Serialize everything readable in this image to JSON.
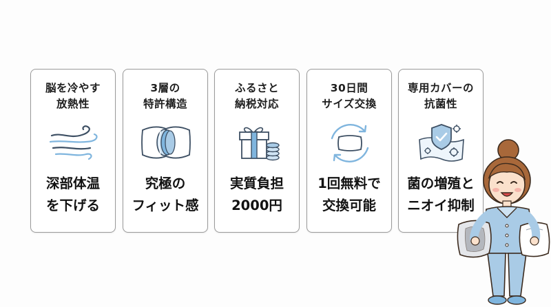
{
  "cards": [
    {
      "title": [
        "脳を冷やす",
        "放熱性"
      ],
      "body": [
        "深部体温",
        "を下げる"
      ],
      "icon": "wind-icon"
    },
    {
      "title": [
        "3層の",
        "特許構造"
      ],
      "body": [
        "究極の",
        "フィット感"
      ],
      "icon": "layered-pillow-icon"
    },
    {
      "title": [
        "ふるさと",
        "納税対応"
      ],
      "body": [
        "実質負担",
        "2000円"
      ],
      "icon": "gift-coins-icon"
    },
    {
      "title": [
        "30日間",
        "サイズ交換"
      ],
      "body": [
        "1回無料で",
        "交換可能"
      ],
      "icon": "pillow-exchange-icon"
    },
    {
      "title": [
        "専用カバーの",
        "抗菌性"
      ],
      "body": [
        "菌の増殖と",
        "ニオイ抑制"
      ],
      "icon": "antibacterial-shield-icon"
    }
  ],
  "colors": {
    "border": "#9a9a9a",
    "icon_blue": "#7fb5de",
    "icon_dark": "#3d4f63",
    "pajama": "#a9cbe6"
  },
  "character": "woman-holding-pillows-illustration"
}
